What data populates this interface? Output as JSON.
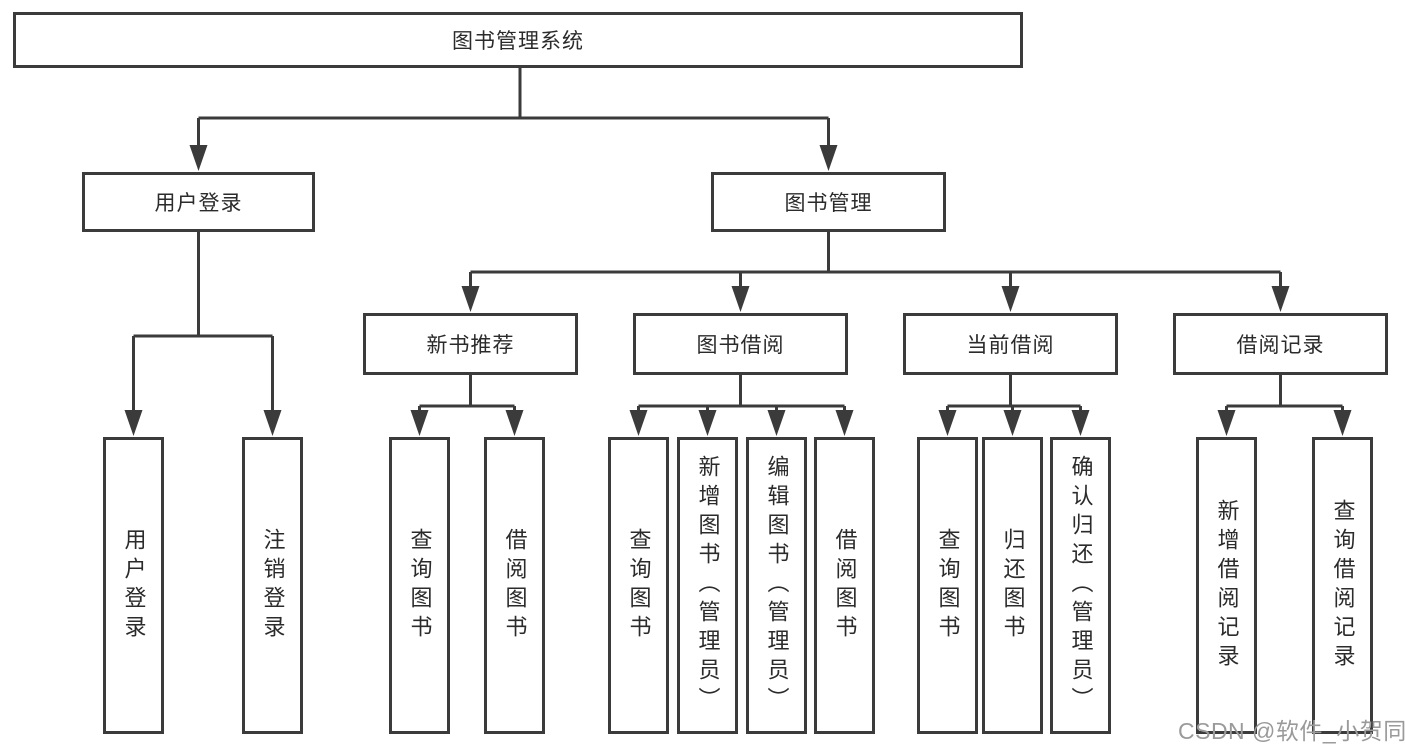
{
  "diagram": {
    "root": {
      "label": "图书管理系统"
    },
    "branches": [
      {
        "label": "用户登录",
        "children": [
          {
            "label": "用户登录"
          },
          {
            "label": "注销登录"
          }
        ]
      },
      {
        "label": "图书管理",
        "children": [
          {
            "label": "新书推荐",
            "children": [
              {
                "label": "查询图书"
              },
              {
                "label": "借阅图书"
              }
            ]
          },
          {
            "label": "图书借阅",
            "children": [
              {
                "label": "查询图书"
              },
              {
                "label": "新增图书（管理员）"
              },
              {
                "label": "编辑图书（管理员）"
              },
              {
                "label": "借阅图书"
              }
            ]
          },
          {
            "label": "当前借阅",
            "children": [
              {
                "label": "查询图书"
              },
              {
                "label": "归还图书"
              },
              {
                "label": "确认归还（管理员）"
              }
            ]
          },
          {
            "label": "借阅记录",
            "children": [
              {
                "label": "新增借阅记录"
              },
              {
                "label": "查询借阅记录"
              }
            ]
          }
        ]
      }
    ]
  },
  "watermark": {
    "text": "CSDN @软件_小贺同学"
  },
  "colors": {
    "line": "#3b3b3b",
    "text": "#2b2b2b",
    "watermark": "#9a9a9a",
    "background": "#ffffff"
  }
}
